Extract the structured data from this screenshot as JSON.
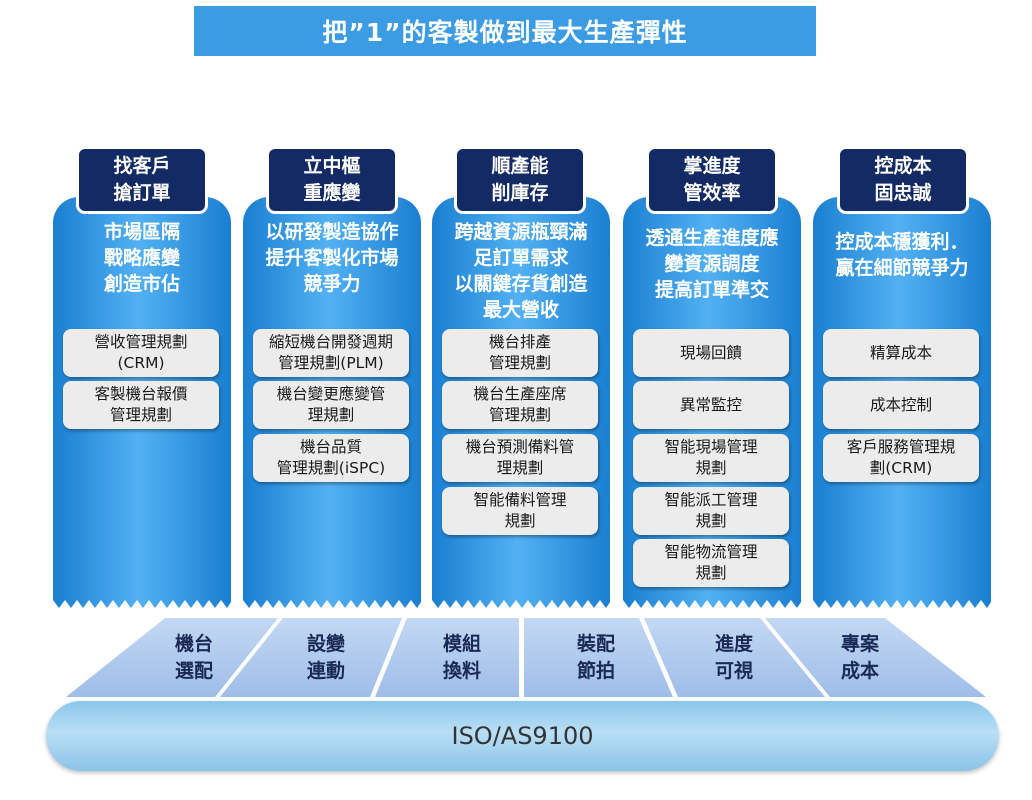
{
  "title": "把”1”的客製做到最大生產彈性",
  "columns": [
    {
      "tab": [
        "找客戶",
        "搶訂單"
      ],
      "desc": [
        "市場區隔",
        "戰略應變",
        "創造市佔"
      ],
      "items": [
        [
          "營收管理規劃",
          "(CRM)"
        ],
        [
          "客製機台報價",
          "管理規劃"
        ]
      ]
    },
    {
      "tab": [
        "立中樞",
        "重應變"
      ],
      "desc": [
        "以研發製造協作",
        "提升客製化市場",
        "競爭力"
      ],
      "items": [
        [
          "縮短機台開發週期",
          "管理規劃(PLM)"
        ],
        [
          "機台變更應變管",
          "理規劃"
        ],
        [
          "機台品質",
          "管理規劃(iSPC)"
        ]
      ]
    },
    {
      "tab": [
        "順產能",
        "削庫存"
      ],
      "desc": [
        "跨越資源瓶頸滿",
        "足訂單需求",
        "以關鍵存貨創造",
        "最大營收"
      ],
      "items": [
        [
          "機台排產",
          "管理規劃"
        ],
        [
          "機台生產座席",
          "管理規劃"
        ],
        [
          "機台預測備料管",
          "理規劃"
        ],
        [
          "智能備料管理",
          "規劃"
        ]
      ]
    },
    {
      "tab": [
        "掌進度",
        "管效率"
      ],
      "desc": [
        "透通生產進度應",
        "變資源調度",
        "提高訂單準交"
      ],
      "items": [
        [
          "現場回饋"
        ],
        [
          "異常監控"
        ],
        [
          "智能現場管理",
          "規劃"
        ],
        [
          "智能派工管理",
          "規劃"
        ],
        [
          "智能物流管理",
          "規劃"
        ]
      ]
    },
    {
      "tab": [
        "控成本",
        "固忠誠"
      ],
      "desc": [
        "控成本穩獲利．",
        "贏在細節競爭力"
      ],
      "items": [
        [
          "精算成本"
        ],
        [
          "成本控制"
        ],
        [
          "客戶服務管理規",
          "劃(CRM)"
        ]
      ]
    }
  ],
  "platform": [
    [
      "機台",
      "選配"
    ],
    [
      "設變",
      "連動"
    ],
    [
      "模組",
      "換料"
    ],
    [
      "裝配",
      "節拍"
    ],
    [
      "進度",
      "可視"
    ],
    [
      "專案",
      "成本"
    ]
  ],
  "foundation": "ISO/AS9100",
  "colors": {
    "title_bg": "#3b9be3",
    "column_dark": "#1a7fd1",
    "column_light": "#53b1f3",
    "tab_bg": "#132a64",
    "item_bg": "#ececec",
    "platform_fill": "#a8c4ec",
    "platform_text": "#1b2a55",
    "foundation_bg": "#b9def5"
  }
}
